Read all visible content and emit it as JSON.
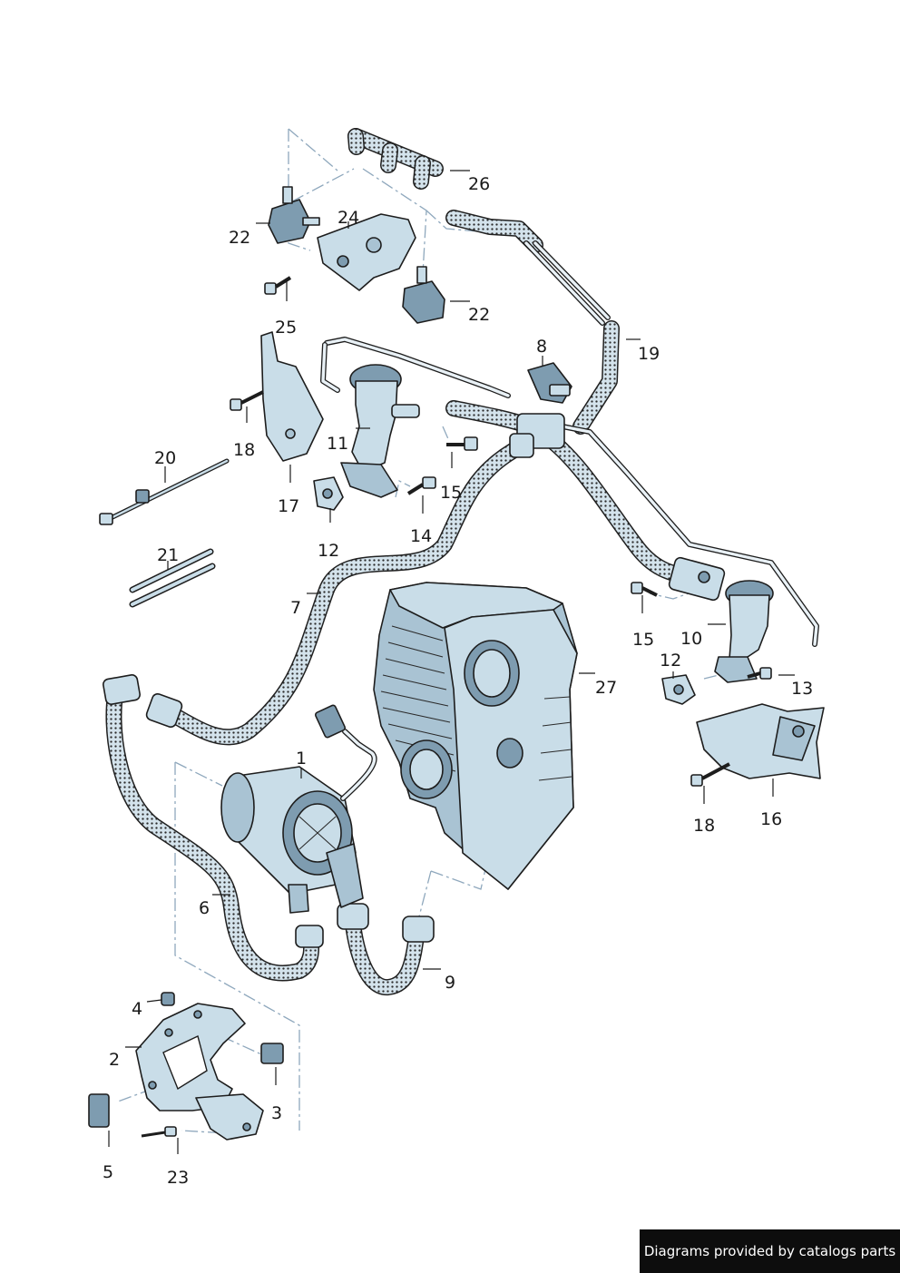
{
  "diagram": {
    "callouts": [
      {
        "id": "c1",
        "label": "1"
      },
      {
        "id": "c2",
        "label": "2"
      },
      {
        "id": "c3",
        "label": "3"
      },
      {
        "id": "c4",
        "label": "4"
      },
      {
        "id": "c5",
        "label": "5"
      },
      {
        "id": "c6",
        "label": "6"
      },
      {
        "id": "c7",
        "label": "7"
      },
      {
        "id": "c8",
        "label": "8"
      },
      {
        "id": "c9",
        "label": "9"
      },
      {
        "id": "c10",
        "label": "10"
      },
      {
        "id": "c11",
        "label": "11"
      },
      {
        "id": "c12a",
        "label": "12"
      },
      {
        "id": "c12b",
        "label": "12"
      },
      {
        "id": "c13",
        "label": "13"
      },
      {
        "id": "c14",
        "label": "14"
      },
      {
        "id": "c15a",
        "label": "15"
      },
      {
        "id": "c15b",
        "label": "15"
      },
      {
        "id": "c16",
        "label": "16"
      },
      {
        "id": "c17",
        "label": "17"
      },
      {
        "id": "c18a",
        "label": "18"
      },
      {
        "id": "c18b",
        "label": "18"
      },
      {
        "id": "c19",
        "label": "19"
      },
      {
        "id": "c20",
        "label": "20"
      },
      {
        "id": "c21",
        "label": "21"
      },
      {
        "id": "c22a",
        "label": "22"
      },
      {
        "id": "c22b",
        "label": "22"
      },
      {
        "id": "c23",
        "label": "23"
      },
      {
        "id": "c24",
        "label": "24"
      },
      {
        "id": "c25",
        "label": "25"
      },
      {
        "id": "c26",
        "label": "26"
      },
      {
        "id": "c27",
        "label": "27"
      }
    ]
  },
  "credit": {
    "text": "Diagrams provided by catalogs parts"
  },
  "colors": {
    "part_fill": "#c9dde8",
    "part_dark": "#7e9cb0",
    "hose_dots": "#202020",
    "credit_bg": "#0d0d0d"
  }
}
